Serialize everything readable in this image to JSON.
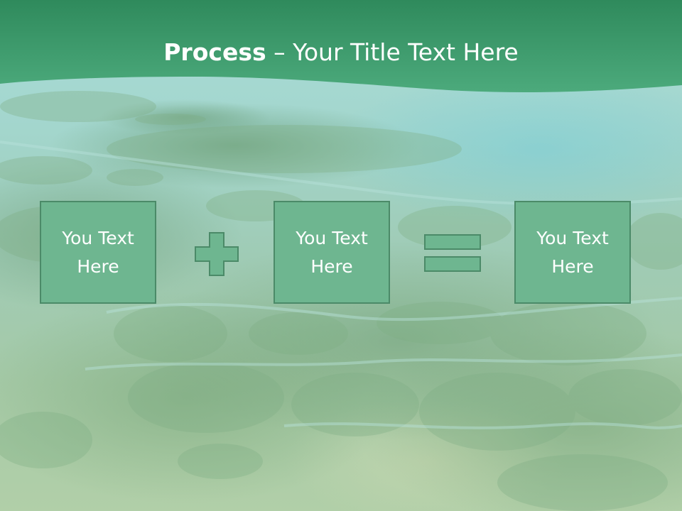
{
  "slide": {
    "title_bold": "Process",
    "title_rest": " – Your Title Text Here",
    "boxes": [
      {
        "line1": "You Text",
        "line2": "Here"
      },
      {
        "line1": "You Text",
        "line2": "Here"
      },
      {
        "line1": "You Text",
        "line2": "Here"
      }
    ],
    "operators": [
      "plus-icon",
      "equals-icon"
    ]
  },
  "colors": {
    "header": "#3f9a6e",
    "box_fill": "#6eb690",
    "box_border": "#4b8a68",
    "text": "#ffffff"
  }
}
